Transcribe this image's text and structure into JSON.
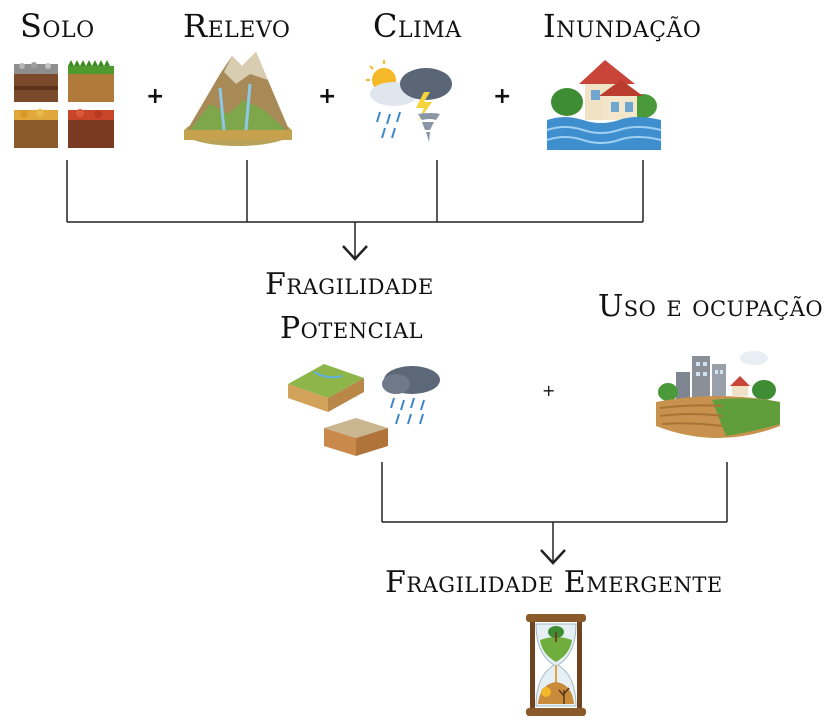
{
  "factors": {
    "solo": "Solo",
    "relevo": "Relevo",
    "clima": "Clima",
    "inundacao": "Inundação"
  },
  "operators": {
    "plus": "+"
  },
  "potential": {
    "line1": "Fragilidade",
    "line2": "Potencial"
  },
  "land_use": "Uso e ocupação",
  "emergent": "Fragilidade Emergente",
  "icons": {
    "solo": "soil-types-icon",
    "relevo": "mountain-relief-icon",
    "clima": "weather-storm-icon",
    "inundacao": "flooded-house-icon",
    "potential": "soil-and-rain-icon",
    "land_use": "city-and-farmland-icon",
    "emergent": "hourglass-icon"
  }
}
